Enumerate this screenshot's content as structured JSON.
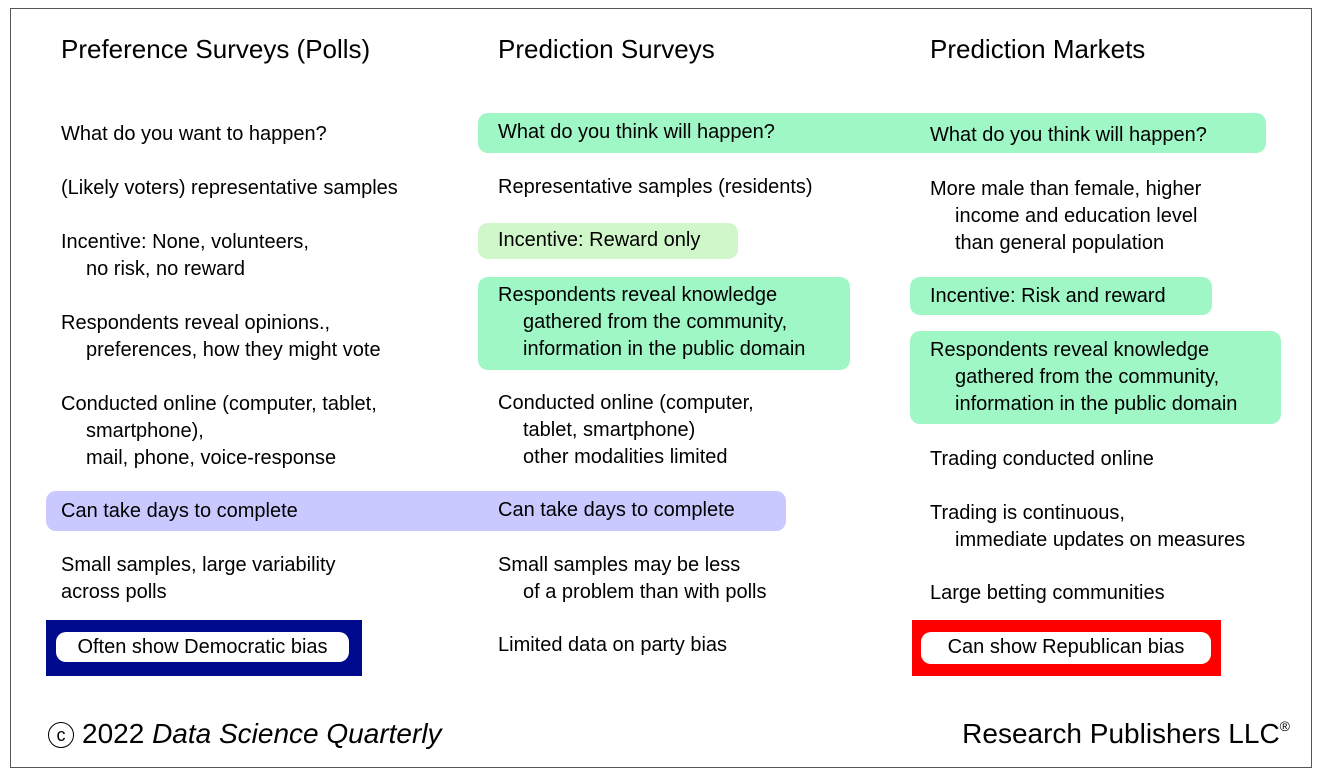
{
  "columns": [
    {
      "title": "Preference Surveys (Polls)",
      "items": [
        [
          "What do you want to happen?"
        ],
        [
          "(Likely voters) representative samples"
        ],
        [
          "Incentive: None, volunteers,",
          "no risk, no reward"
        ],
        [
          "Respondents reveal opinions.,",
          "preferences, how they might vote"
        ],
        [
          "Conducted online (computer, tablet,",
          "smartphone),",
          "mail, phone, voice-response"
        ],
        [
          "Can take days to complete"
        ],
        [
          "Small samples, large variability",
          "across polls"
        ]
      ],
      "bias": "Often show Democratic bias"
    },
    {
      "title": "Prediction Surveys",
      "items": [
        [
          "What do you think will happen?"
        ],
        [
          "Representative samples (residents)"
        ],
        [
          "Incentive: Reward only"
        ],
        [
          "Respondents reveal knowledge",
          "gathered from the community,",
          "information in the public domain"
        ],
        [
          "Conducted online (computer,",
          "tablet, smartphone)",
          "other modalities limited"
        ],
        [
          "Can take days to complete"
        ],
        [
          "Small samples may be less",
          "of a problem than with polls"
        ],
        [
          "Limited data on party bias"
        ]
      ]
    },
    {
      "title": "Prediction Markets",
      "items": [
        [
          "What do you think will happen?"
        ],
        [
          "More male than female, higher",
          "income and education level",
          "than general population"
        ],
        [
          "Incentive: Risk and reward"
        ],
        [
          "Respondents reveal knowledge",
          "gathered from the community,",
          "information in the public domain"
        ],
        [
          "Trading conducted online"
        ],
        [
          "Trading is continuous,",
          "immediate updates on measures"
        ],
        [
          "Large betting communities"
        ]
      ],
      "bias": "Can show Republican bias"
    }
  ],
  "footer": {
    "copyright_symbol": "c",
    "year": "2022",
    "journal": "Data Science Quarterly",
    "publisher": "Research Publishers LLC",
    "registered": "®"
  },
  "colors": {
    "highlight_green": "#9ff7c6",
    "highlight_light_green": "#cff7c9",
    "highlight_lavender": "#c9c8ff",
    "democratic_blue": "#000a8c",
    "republican_red": "#ff0000"
  }
}
